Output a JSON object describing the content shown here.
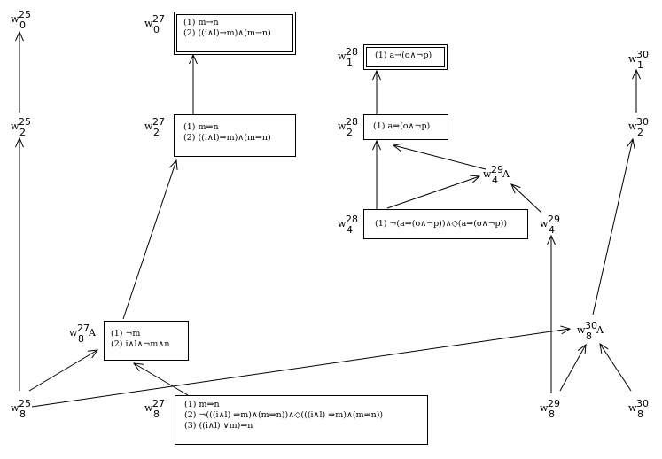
{
  "nodes": {
    "w25_0": {
      "w": "w",
      "sup": "25",
      "sub": "0"
    },
    "w25_2": {
      "w": "w",
      "sup": "25",
      "sub": "2"
    },
    "w25_8": {
      "w": "w",
      "sup": "25",
      "sub": "8"
    },
    "w27_0": {
      "w": "w",
      "sup": "27",
      "sub": "0",
      "lines": [
        "(1) m→n",
        "(2) ((i∧l)→m)∧(m→n)"
      ]
    },
    "w27_2": {
      "w": "w",
      "sup": "27",
      "sub": "2",
      "lines": [
        "(1) m⇒n",
        "(2) ((i∧l)⇒m)∧(m⇒n)"
      ]
    },
    "w27_8A": {
      "w": "w",
      "sup": "27",
      "sub": "8",
      "mark": "A",
      "lines": [
        "(1) ¬m",
        "(2) i∧l∧¬m∧n"
      ]
    },
    "w27_8": {
      "w": "w",
      "sup": "27",
      "sub": "8",
      "lines": [
        "(1) m⇒n",
        "(2) ¬(((i∧l) ⇒m)∧(m⇒n))∧◇(((i∧l) ⇒m)∧(m⇒n))",
        "(3) ((i∧l) ∨m)⇒n"
      ]
    },
    "w28_1": {
      "w": "w",
      "sup": "28",
      "sub": "1",
      "lines": [
        "(1) a→(o∧¬p)"
      ]
    },
    "w28_2": {
      "w": "w",
      "sup": "28",
      "sub": "2",
      "lines": [
        "(1) a⇒(o∧¬p)"
      ]
    },
    "w28_4": {
      "w": "w",
      "sup": "28",
      "sub": "4",
      "lines": [
        "(1) ¬(a⇒(o∧¬p))∧◇(a⇒(o∧¬p))"
      ]
    },
    "w29_4A": {
      "w": "w",
      "sup": "29",
      "sub": "4",
      "mark": "A"
    },
    "w29_4": {
      "w": "w",
      "sup": "29",
      "sub": "4"
    },
    "w29_8": {
      "w": "w",
      "sup": "29",
      "sub": "8"
    },
    "w30_1": {
      "w": "w",
      "sup": "30",
      "sub": "1"
    },
    "w30_2": {
      "w": "w",
      "sup": "30",
      "sub": "2"
    },
    "w30_8A": {
      "w": "w",
      "sup": "30",
      "sub": "8",
      "mark": "A"
    },
    "w30_8": {
      "w": "w",
      "sup": "30",
      "sub": "8"
    }
  },
  "edges": [
    {
      "from": "w25_2",
      "to": "w25_0"
    },
    {
      "from": "w25_8",
      "to": "w25_2"
    },
    {
      "from": "w25_8",
      "to": "w27_8A"
    },
    {
      "from": "w25_8",
      "to": "w30_8A"
    },
    {
      "from": "w27_2",
      "to": "w27_0"
    },
    {
      "from": "w27_8A",
      "to": "w27_2"
    },
    {
      "from": "w27_8",
      "to": "w27_8A"
    },
    {
      "from": "w28_2",
      "to": "w28_1"
    },
    {
      "from": "w28_4",
      "to": "w28_2"
    },
    {
      "from": "w28_4",
      "to": "w29_4A"
    },
    {
      "from": "w29_4A",
      "to": "w28_2"
    },
    {
      "from": "w29_4",
      "to": "w29_4A"
    },
    {
      "from": "w29_8",
      "to": "w29_4"
    },
    {
      "from": "w29_8",
      "to": "w30_8A"
    },
    {
      "from": "w30_2",
      "to": "w30_1"
    },
    {
      "from": "w30_8A",
      "to": "w30_2"
    },
    {
      "from": "w30_8",
      "to": "w30_8A"
    }
  ]
}
